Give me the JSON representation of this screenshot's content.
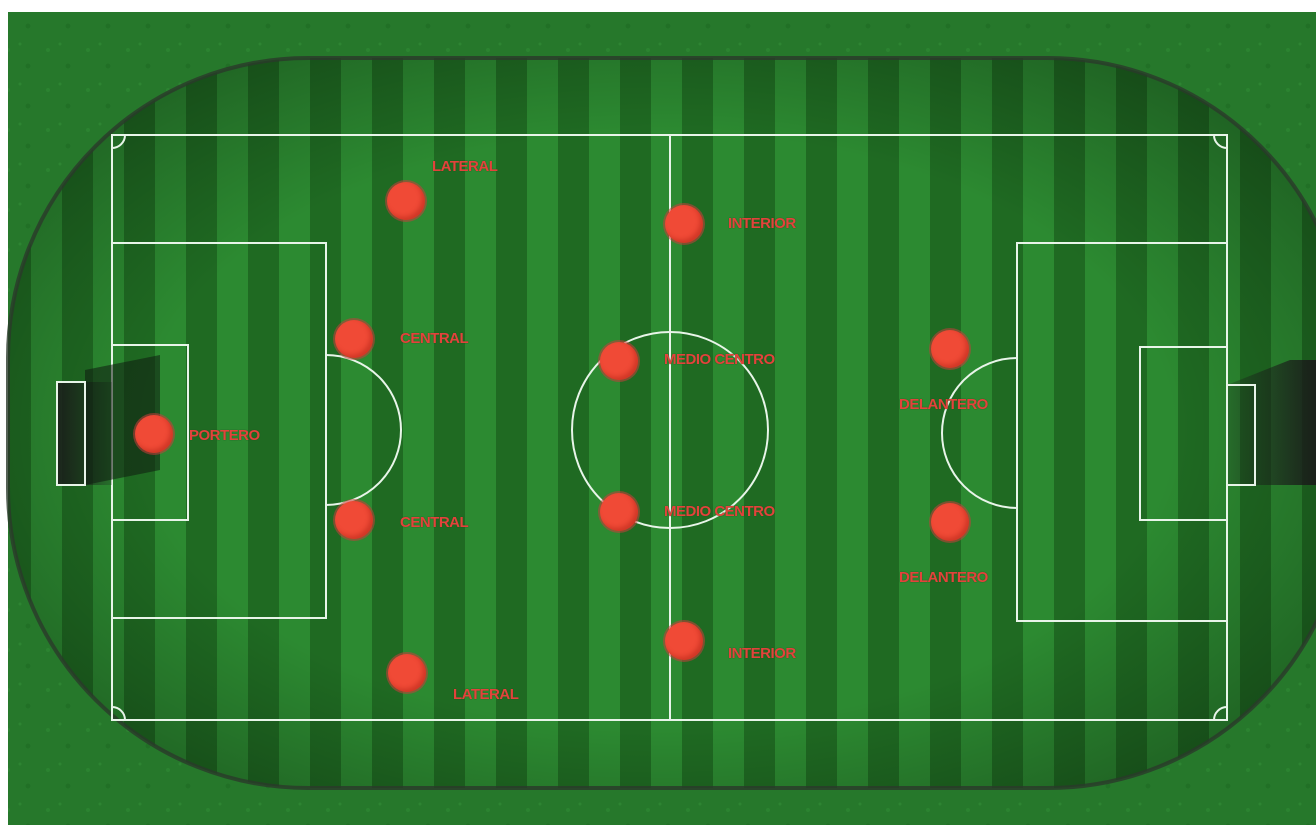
{
  "colors": {
    "grass_dark": "#1b5e20",
    "grass_light": "#2e7d32",
    "stripe_dark": "#1f6a22",
    "stripe_light": "#2c8a31",
    "outer_grass": "#247a2a",
    "lines": "#e8f5e9",
    "player": "#f04a36",
    "label": "#e3433b"
  },
  "players": [
    {
      "id": "portero",
      "label": "PORTERO"
    },
    {
      "id": "lateral-top",
      "label": "LATERAL"
    },
    {
      "id": "central-top",
      "label": "CENTRAL"
    },
    {
      "id": "central-bottom",
      "label": "CENTRAL"
    },
    {
      "id": "lateral-bottom",
      "label": "LATERAL"
    },
    {
      "id": "medio-centro-top",
      "label": "MEDIO CENTRO"
    },
    {
      "id": "medio-centro-bottom",
      "label": "MEDIO CENTRO"
    },
    {
      "id": "interior-top",
      "label": "INTERIOR"
    },
    {
      "id": "interior-bottom",
      "label": "INTERIOR"
    },
    {
      "id": "delantero-top",
      "label": "DELANTERO"
    },
    {
      "id": "delantero-bottom",
      "label": "DELANTERO"
    }
  ]
}
